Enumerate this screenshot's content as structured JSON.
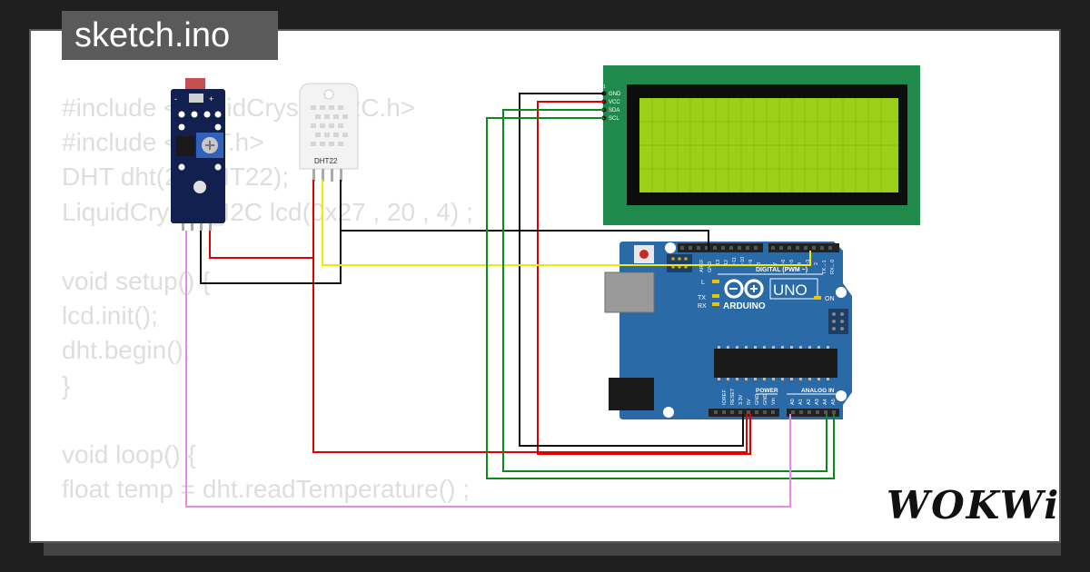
{
  "window": {
    "title": "sketch.ino"
  },
  "code_lines": [
    "#include <LiquidCrystal_I2C.h>",
    "#include <DHT.h>",
    "DHT dht(2, DHT22);",
    "LiquidCrystal_I2C lcd(0x27 , 20 , 4) ;",
    "",
    "void setup() {",
    "lcd.init();",
    "dht.begin();",
    "}",
    "",
    "void loop() {",
    "float temp = dht.readTemperature() ;"
  ],
  "components": {
    "dht22": {
      "label": "DHT22"
    },
    "lcd": {
      "pins": [
        "GND",
        "VCC",
        "SDA",
        "SCL"
      ],
      "pin1": "1"
    },
    "arduino": {
      "brand": "ARDUINO",
      "model": "UNO",
      "digital_label": "DIGITAL (PWM ~)",
      "power_label": "POWER",
      "analog_label": "ANALOG IN",
      "on_label": "ON",
      "led_l": "L",
      "led_tx": "TX",
      "led_rx": "RX",
      "top_pins": [
        "AREF",
        "GND",
        "13",
        "12",
        "~11",
        "~10",
        "~9",
        "8",
        "7",
        "~6",
        "~5",
        "4",
        "~3",
        "2",
        "TX→1",
        "RX←0"
      ],
      "power_pins": [
        "IOREF",
        "RESET",
        "3.3V",
        "5V",
        "GND",
        "GND",
        "Vin"
      ],
      "analog_pins": [
        "A0",
        "A1",
        "A2",
        "A3",
        "A4",
        "A5"
      ]
    }
  },
  "brand": {
    "logo": "WOKWi"
  },
  "colors": {
    "board": "#2a6aa6",
    "lcd_pcb": "#1f8a4c",
    "lcd_screen": "#9ccf17",
    "wire_red": "#e00000",
    "wire_black": "#111111",
    "wire_green": "#0a8a1a",
    "wire_yellow": "#f2ea00",
    "wire_pink": "#e58ae5"
  }
}
